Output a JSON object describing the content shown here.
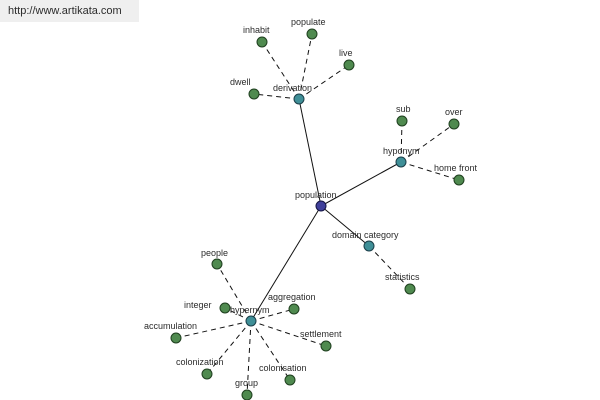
{
  "site": {
    "url": "http://www.artikata.com"
  },
  "graph": {
    "center": "population",
    "groups": [
      {
        "hub": "derivation",
        "leaves": [
          "inhabit",
          "populate",
          "live",
          "dwell"
        ]
      },
      {
        "hub": "hyponym",
        "leaves": [
          "sub",
          "over",
          "home front"
        ]
      },
      {
        "hub": "domain category",
        "leaves": [
          "statistics"
        ]
      },
      {
        "hub": "hypernym",
        "leaves": [
          "people",
          "integer",
          "aggregation",
          "accumulation",
          "settlement",
          "colonization",
          "colonisation",
          "group"
        ]
      }
    ]
  },
  "colors": {
    "center": "#3f3f9a",
    "hub": "#3f8f97",
    "leaf": "#4f8a4f",
    "edge": "#111111",
    "url_bg": "#efefef"
  }
}
